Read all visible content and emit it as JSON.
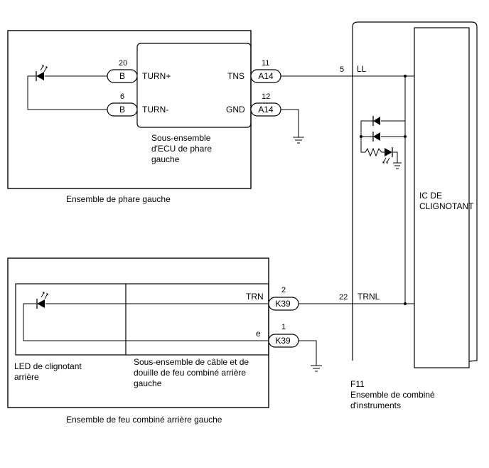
{
  "left_headlamp": {
    "assembly_label": "Ensemble de phare gauche",
    "ecu_label": [
      "Sous-ensemble",
      "d'ECU de phare",
      "gauche"
    ],
    "pins": {
      "turn_plus": {
        "num": "20",
        "connector": "B",
        "name": "TURN+"
      },
      "turn_minus": {
        "num": "6",
        "connector": "B",
        "name": "TURN-"
      },
      "tns": {
        "num": "11",
        "connector": "A14",
        "name": "TNS"
      },
      "gnd": {
        "num": "12",
        "connector": "A14",
        "name": "GND"
      }
    }
  },
  "rear_combination_lamp": {
    "assembly_label": "Ensemble de feu combiné arrière gauche",
    "led_label": [
      "LED de clignotant",
      "arrière"
    ],
    "socket_label": [
      "Sous-ensemble de câble et de",
      "douille de feu combiné arrière",
      "gauche"
    ],
    "pins": {
      "trn": {
        "num": "2",
        "connector": "K39",
        "name": "TRN"
      },
      "e": {
        "num": "1",
        "connector": "K39",
        "name": "e"
      }
    }
  },
  "combination_meter": {
    "code": "F11",
    "assembly_label": [
      "Ensemble de combiné",
      "d'instruments"
    ],
    "ic_label": [
      "IC DE",
      "CLIGNOTANT"
    ],
    "pins": {
      "ll": {
        "num": "5",
        "name": "LL"
      },
      "trnl": {
        "num": "22",
        "name": "TRNL"
      }
    }
  }
}
